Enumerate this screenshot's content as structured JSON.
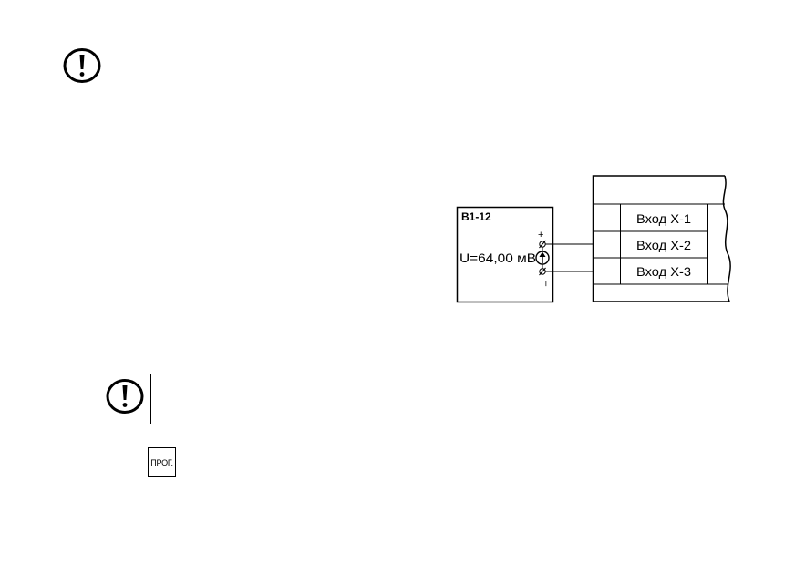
{
  "notes": [
    {
      "icon": "exclamation-circle-icon"
    },
    {
      "icon": "exclamation-circle-icon"
    }
  ],
  "diagram": {
    "calibrator": {
      "model": "В1-12",
      "voltage_label": "U=64,00 мВ",
      "plus_sign": "+",
      "minus_sign": "–"
    },
    "device": {
      "inputs": [
        "Вход Х-1",
        "Вход Х-2",
        "Вход Х-3"
      ]
    }
  },
  "key": {
    "label": "ПРОГ."
  }
}
